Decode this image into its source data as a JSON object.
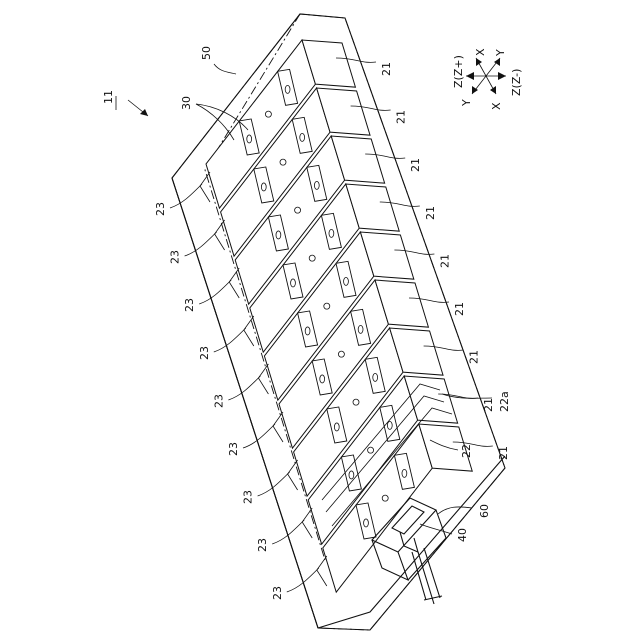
{
  "figure": {
    "assembly_label": "11",
    "labels": {
      "cell": "21",
      "busbar": "23",
      "case": "50",
      "plate": "30",
      "sheet_a": "22a",
      "sheet": "22",
      "connector": "40",
      "housing": "60"
    },
    "axes": {
      "z_pos": "Z(Z+)",
      "z_neg": "Z(Z-)",
      "x_top": "X",
      "y_top": "Y",
      "y_bottom": "Y",
      "x_bottom": "X"
    },
    "cell_count": 9,
    "busbar_label_count": 9
  }
}
